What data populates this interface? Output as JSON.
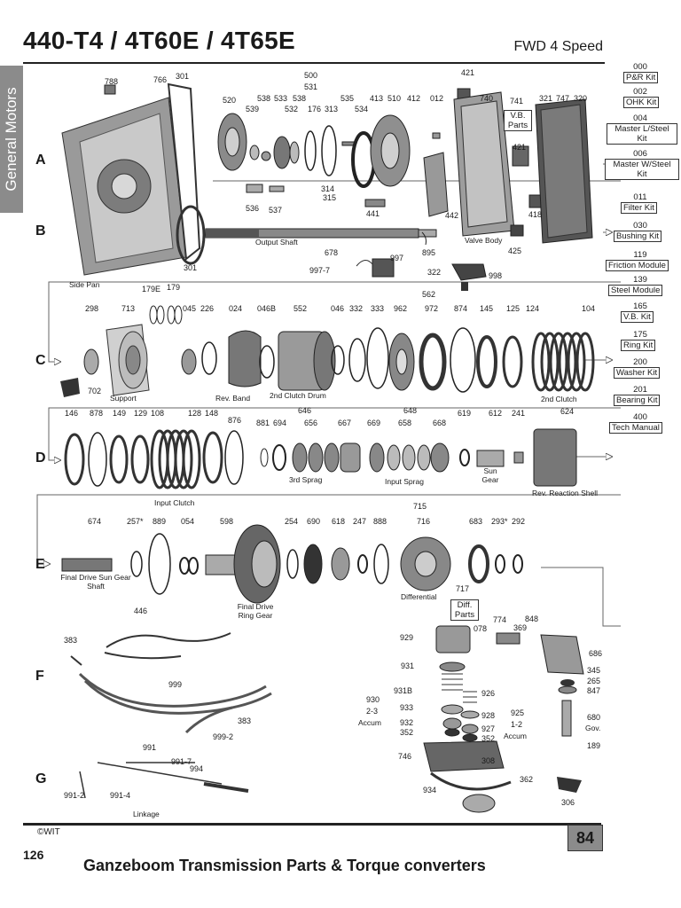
{
  "header": {
    "title": "440-T4 / 4T60E / 4T65E",
    "subtitle": "FWD 4 Speed",
    "side_tab": "General Motors"
  },
  "rows": [
    "A",
    "B",
    "C",
    "D",
    "E",
    "F",
    "G"
  ],
  "kits": [
    {
      "code": "000",
      "label": "P&R Kit"
    },
    {
      "code": "002",
      "label": "OHK Kit"
    },
    {
      "code": "004",
      "label": "Master L/Steel Kit"
    },
    {
      "code": "006",
      "label": "Master W/Steel Kit"
    },
    {
      "code": "011",
      "label": "Filter Kit"
    },
    {
      "code": "030",
      "label": "Bushing Kit"
    },
    {
      "code": "119",
      "label": "Friction Module"
    },
    {
      "code": "139",
      "label": "Steel Module"
    },
    {
      "code": "165",
      "label": "V.B. Kit"
    },
    {
      "code": "175",
      "label": "Ring Kit"
    },
    {
      "code": "200",
      "label": "Washer Kit"
    },
    {
      "code": "201",
      "label": "Bearing Kit"
    },
    {
      "code": "400",
      "label": "Tech Manual"
    }
  ],
  "part_numbers": {
    "a": [
      "788",
      "766",
      "301",
      "500",
      "531",
      "520",
      "539",
      "538",
      "533",
      "538",
      "532",
      "176",
      "313",
      "535",
      "534",
      "413",
      "510",
      "412",
      "012",
      "421",
      "740",
      "741",
      "321",
      "747",
      "320",
      "421",
      "314",
      "315",
      "536",
      "537",
      "441",
      "442",
      "418",
      "425"
    ],
    "b": [
      "301",
      "678",
      "895",
      "997",
      "997-7",
      "322",
      "998"
    ],
    "c": [
      "179E",
      "179",
      "562",
      "298",
      "713",
      "045",
      "226",
      "024",
      "046B",
      "552",
      "046",
      "332",
      "333",
      "962",
      "972",
      "874",
      "145",
      "125",
      "124",
      "104",
      "702"
    ],
    "d": [
      "646",
      "648",
      "146",
      "878",
      "149",
      "129",
      "108",
      "128",
      "148",
      "876",
      "881",
      "694",
      "656",
      "667",
      "669",
      "658",
      "668",
      "619",
      "612",
      "241",
      "624"
    ],
    "e": [
      "715",
      "674",
      "257*",
      "889",
      "054",
      "598",
      "254",
      "690",
      "618",
      "247",
      "888",
      "716",
      "683",
      "293*",
      "292",
      "717"
    ],
    "f": [
      "446",
      "383",
      "999",
      "383",
      "999-2",
      "929",
      "078",
      "774",
      "369",
      "848",
      "686",
      "931",
      "345",
      "265",
      "847",
      "931B",
      "926",
      "930",
      "2-3",
      "933",
      "928",
      "925",
      "1-2",
      "932",
      "927",
      "680",
      "352",
      "352",
      "189"
    ],
    "g": [
      "991",
      "991-7",
      "994",
      "991-2",
      "991-4",
      "746",
      "308",
      "362",
      "934",
      "306"
    ]
  },
  "labels": {
    "valve_body_parts": "V.B. Parts",
    "output_shaft": "Output Shaft",
    "valve_body": "Valve Body",
    "side_pan": "Side Pan",
    "support": "Support",
    "rev_band": "Rev. Band",
    "second_clutch_drum": "2nd Clutch Drum",
    "second_clutch": "2nd Clutch",
    "third_sprag": "3rd Sprag",
    "input_sprag": "Input Sprag",
    "sun_gear": "Sun Gear",
    "input_clutch": "Input Clutch",
    "rev_reaction_shell": "Rev. Reaction Shell",
    "final_drive_sun_gear_shaft": "Final Drive Sun Gear Shaft",
    "final_drive_ring_gear": "Final Drive Ring Gear",
    "differential": "Differential",
    "diff_parts": "Diff. Parts",
    "accum_23": "Accum",
    "accum_12": "Accum",
    "gov": "Gov.",
    "linkage": "Linkage"
  },
  "footer": {
    "copyright": "©WIT",
    "page_box": "84",
    "page_number": "126",
    "company": "Ganzeboom Transmission Parts & Torque converters"
  }
}
